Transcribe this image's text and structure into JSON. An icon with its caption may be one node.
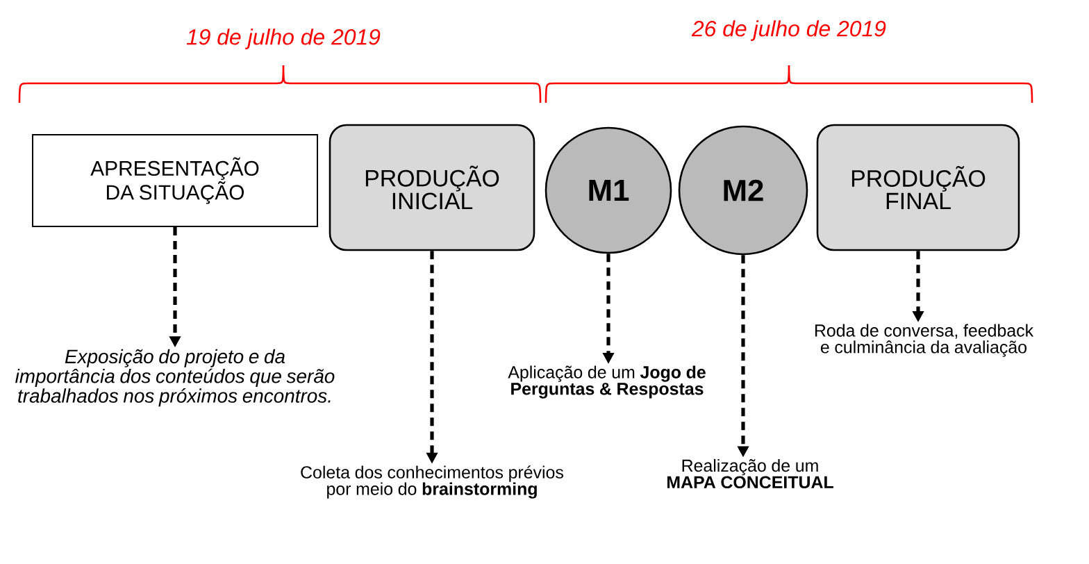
{
  "diagram": {
    "nodes": [
      {
        "text": [
          "APRESENTAÇÃO DA SITUAÇÃO"
        ]
      },
      {
        "text": [
          "PRODUÇÃO INICIAL"
        ]
      },
      {
        "text": [
          "M1"
        ]
      },
      {
        "text": [
          "M2"
        ]
      },
      {
        "text": [
          "PRODUÇÃO FINAL"
        ]
      },
      {
        "text": [
          "Exposição do projeto e da importância dos conteúdos que serão trabalhados nos próximos encontros."
        ]
      },
      {
        "text": [
          "Coleta dos conhecimentos prévios por meio do **brainstorming**"
        ]
      },
      {
        "text": [
          "Aplicação de um **Jogo de Perguntas & Respostas**"
        ]
      },
      {
        "text": [
          "Realização de um **MAPA CONCEITUAL**"
        ]
      },
      {
        "text": [
          "Roda de conversa, feedback e culminância da avaliação"
        ]
      }
    ],
    "edges": [
      {
        "from": 0,
        "to": 5,
        "arrow": "to",
        "style": "dashed"
      },
      {
        "from": 1,
        "to": 6,
        "arrow": "to",
        "style": "dashed"
      },
      {
        "from": 2,
        "to": 7,
        "arrow": "to",
        "style": "dashed"
      },
      {
        "from": 3,
        "to": 8,
        "arrow": "to",
        "style": "dashed"
      },
      {
        "from": 4,
        "to": 9,
        "arrow": "to",
        "style": "dashed"
      }
    ],
    "labels": [
      "19 de julho de 2019",
      "26 de julho de 2019"
    ]
  }
}
